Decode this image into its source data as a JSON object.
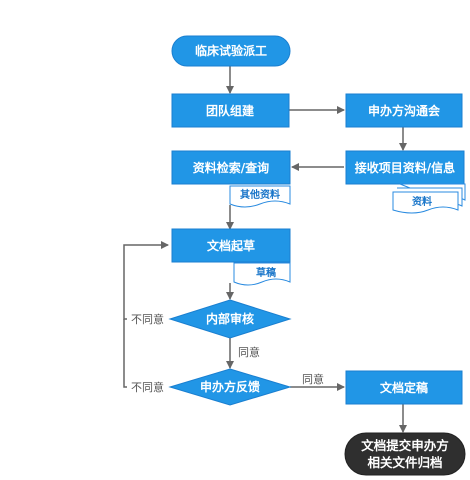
{
  "colors": {
    "node_fill": "#2196e6",
    "node_stroke": "#1a7fd0",
    "arrow": "#666666",
    "final_fill": "#2f2f2f",
    "doc_stroke": "#2a8be0"
  },
  "nodes": {
    "start": "临床试验派工",
    "team": "团队组建",
    "sponsor_meeting": "申办方沟通会",
    "receive": "接收项目资料/信息",
    "search": "资料检索/查询",
    "draft": "文档起草",
    "internal_review": "内部审核",
    "sponsor_feedback": "申办方反馈",
    "finalize": "文档定稿",
    "submit_line1": "文档提交申办方",
    "submit_line2": "相关文件归档"
  },
  "documents": {
    "other_materials": "其他资料",
    "materials": "资料",
    "draft_doc": "草稿"
  },
  "edge_labels": {
    "review_disagree": "不同意",
    "review_agree": "同意",
    "feedback_disagree": "不同意",
    "feedback_agree": "同意"
  }
}
